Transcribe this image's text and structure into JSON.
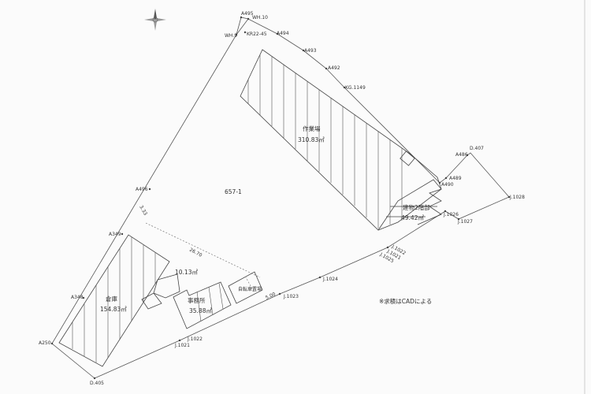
{
  "parcel": "657-1",
  "note": "※求積はCADによる",
  "buildings": {
    "workshop": {
      "name": "作業場",
      "area": "310.83㎡"
    },
    "second_floor": {
      "name": "建物2階部",
      "area": "49.42㎡"
    },
    "warehouse": {
      "name": "倉庫",
      "area": "154.83㎡"
    },
    "office": {
      "name": "事務所",
      "area": "35.88㎡"
    },
    "bicycle": {
      "name": "自転車置場"
    },
    "annex": {
      "area": "10.13㎡"
    }
  },
  "points": {
    "a495": "A495",
    "wh10": "WH.10",
    "wh9": "WH.9",
    "kr": "KR22-45",
    "a494": "A494",
    "a493": "A493",
    "a492": "A492",
    "kg1149": "KG.1149",
    "a486": "A486",
    "d407": "D.407",
    "a489": "A489",
    "a490": "A490",
    "j1028": "J.1028",
    "j1026": "J.1026",
    "j1027": "J.1027",
    "j1022b": "J.1022",
    "j1021b": "J.1021",
    "j1025": "J.1025",
    "j1024": "J.1024",
    "j1023": "J.1023",
    "j1022": "J.1022",
    "j1021": "J.1021",
    "a496": "A496",
    "a349": "A349",
    "a348": "A348",
    "a250": "A250",
    "d405": "D.405"
  },
  "dimensions": {
    "d1": "3.33",
    "d2": "26.70",
    "d3": "5.00"
  }
}
